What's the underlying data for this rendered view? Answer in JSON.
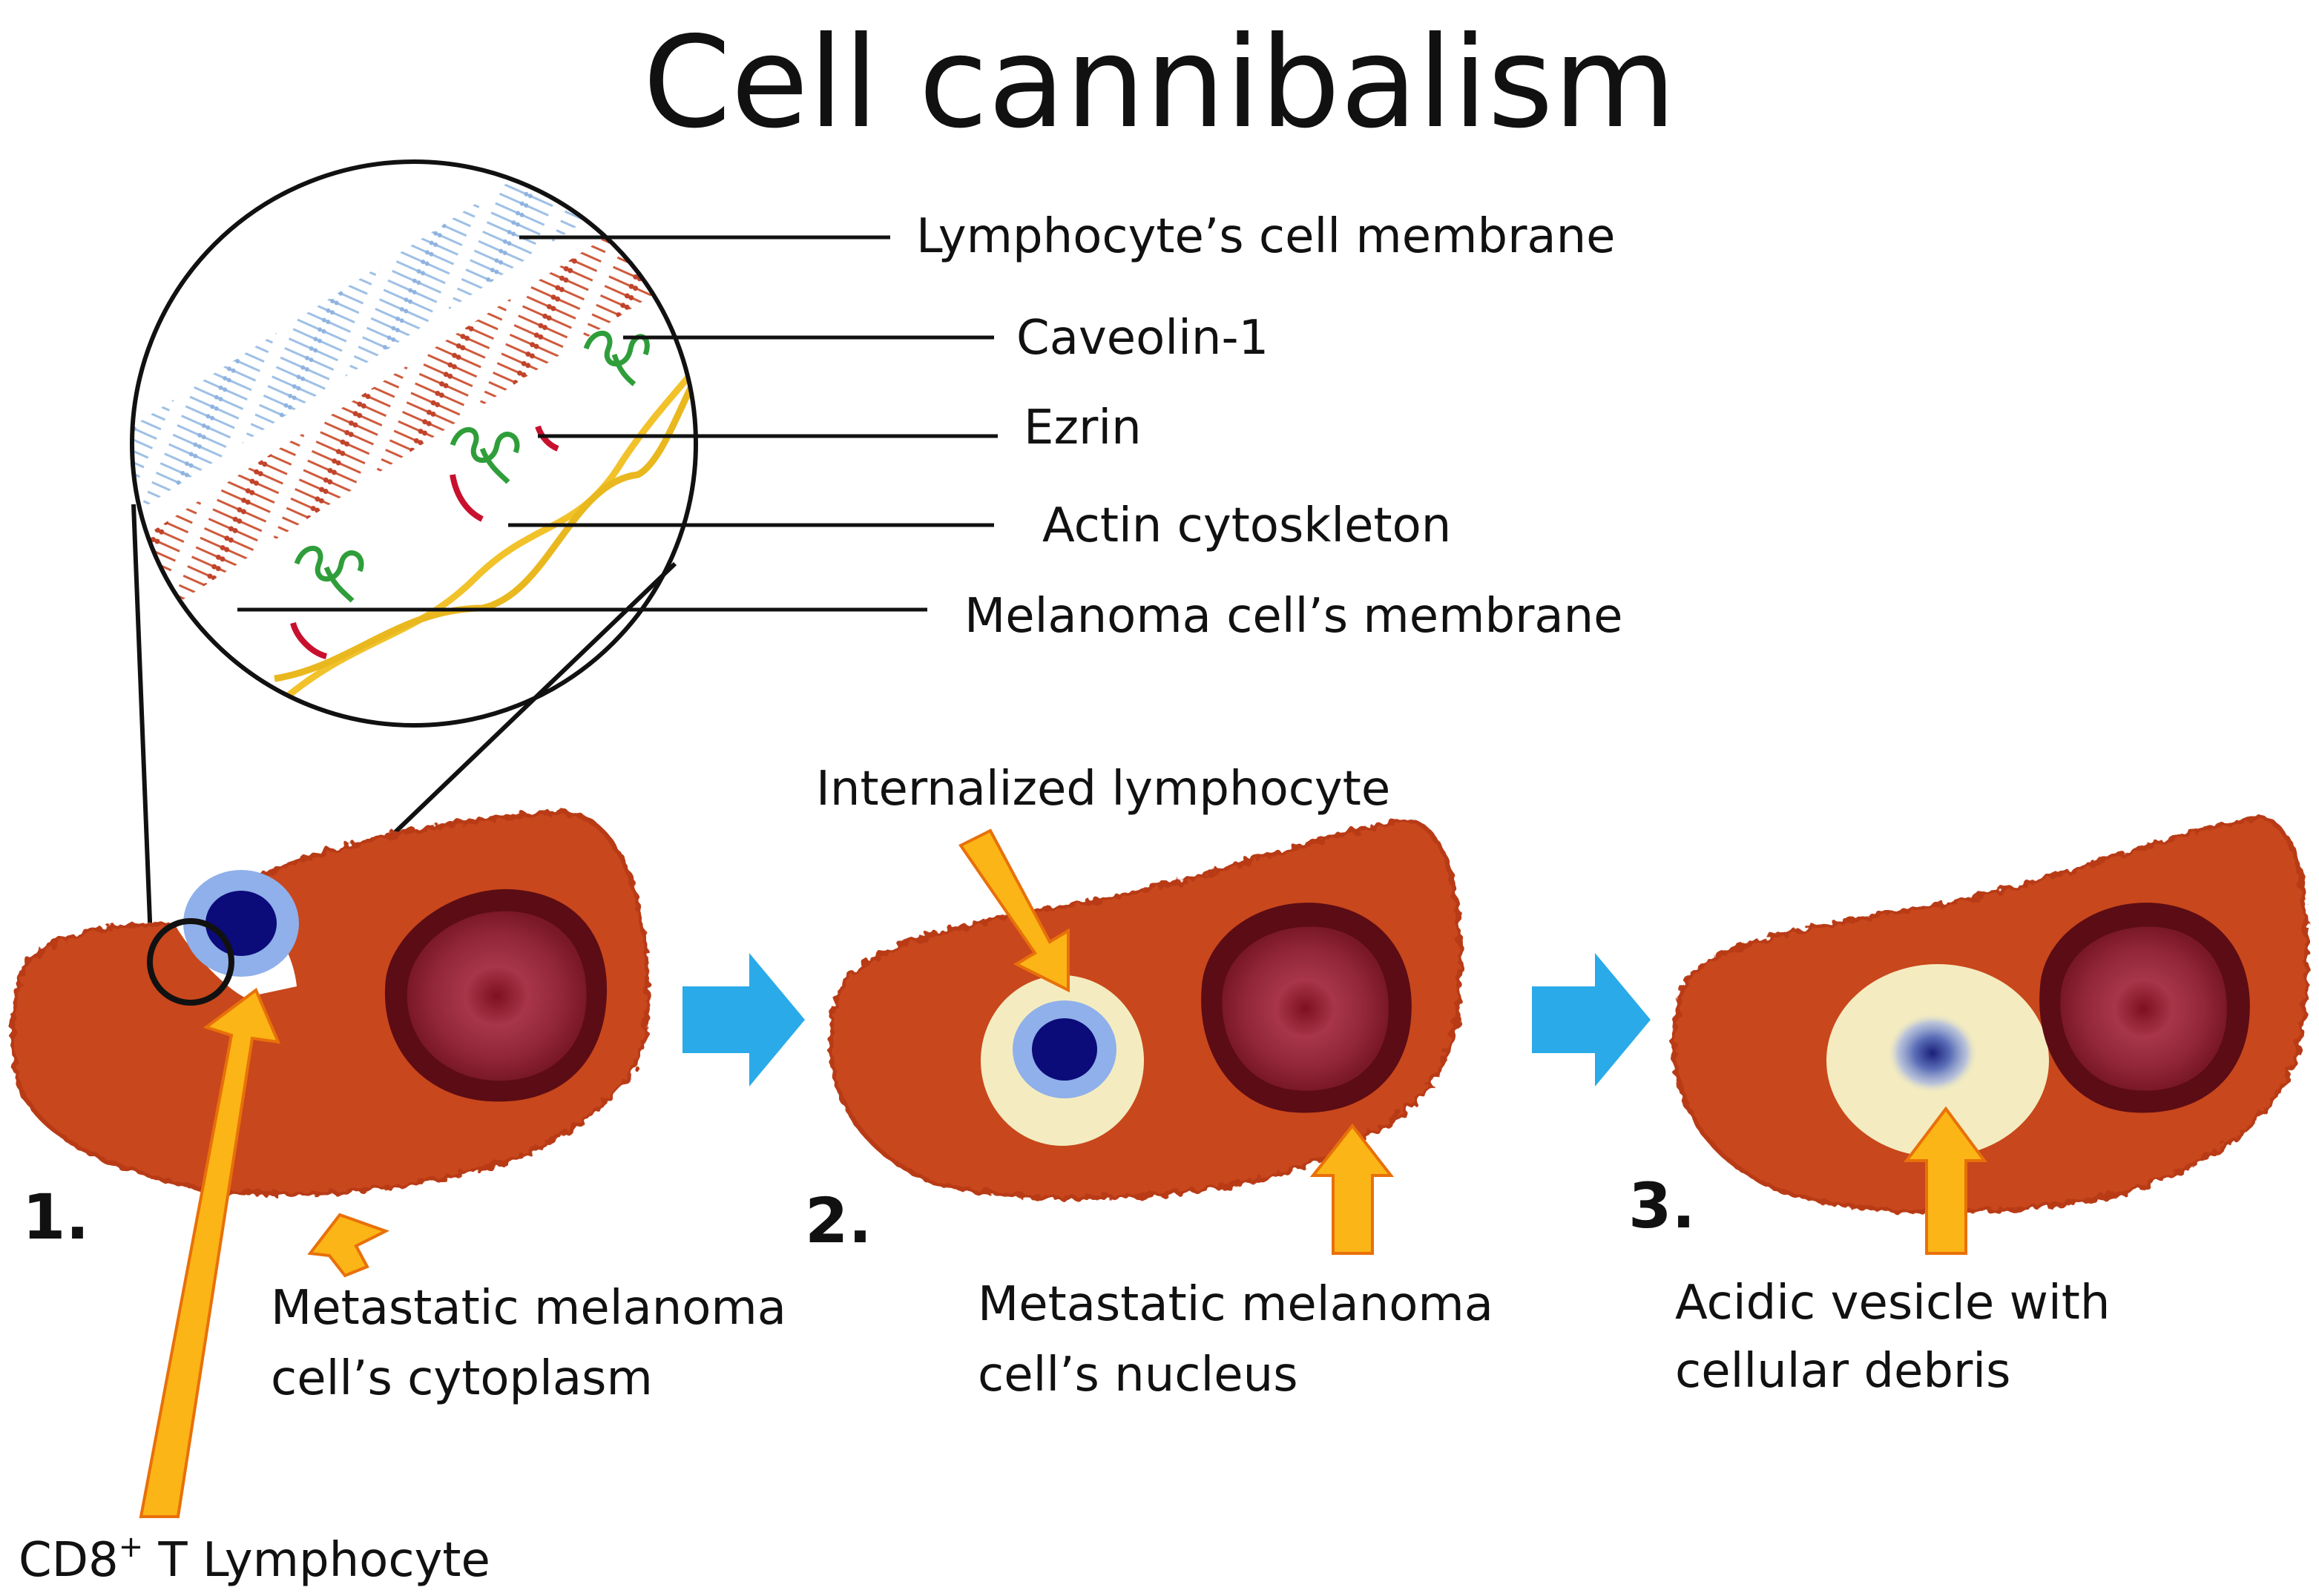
{
  "title": "Cell cannibalism",
  "inset_labels": {
    "lymphocyte_membrane": "Lymphocyte’s cell membrane",
    "caveolin": "Caveolin-1",
    "ezrin": "Ezrin",
    "actin": "Actin cytoskleton",
    "melanoma_membrane": "Melanoma cell’s membrane"
  },
  "steps": [
    {
      "number": "1."
    },
    {
      "number": "2."
    },
    {
      "number": "3."
    }
  ],
  "labels": {
    "cytoplasm_line1": "Metastatic melanoma",
    "cytoplasm_line2": "cell’s cytoplasm",
    "lymphocyte_prefix": "CD8",
    "lymphocyte_sup": "+",
    "lymphocyte_suffix": " T Lymphocyte",
    "internalized": "Internalized lymphocyte",
    "nucleus_line1": "Metastatic melanoma",
    "nucleus_line2": "cell’s nucleus",
    "vesicle_line1": "Acidic vesicle with",
    "vesicle_line2": "cellular debris"
  },
  "colors": {
    "cytoplasm": "#c8461e",
    "cytoplasm_edge": "#b83a17",
    "nucleus_outer": "#5c0c14",
    "nucleus_inner": "#9a2b3c",
    "lymphocyte_halo": "#8fb0ea",
    "lymphocyte_core": "#0c0b7a",
    "vacuole": "#f4ecc0",
    "arrow_orange": "#fbb516",
    "arrow_orange_edge": "#e8700a",
    "arrow_blue": "#2aaae8",
    "membrane_blue": "#9ec0e6",
    "membrane_red": "#c8452e",
    "caveolin_green": "#2f9e3a",
    "ezrin_red": "#c8102e",
    "actin_yellow": "#f2c22a"
  }
}
